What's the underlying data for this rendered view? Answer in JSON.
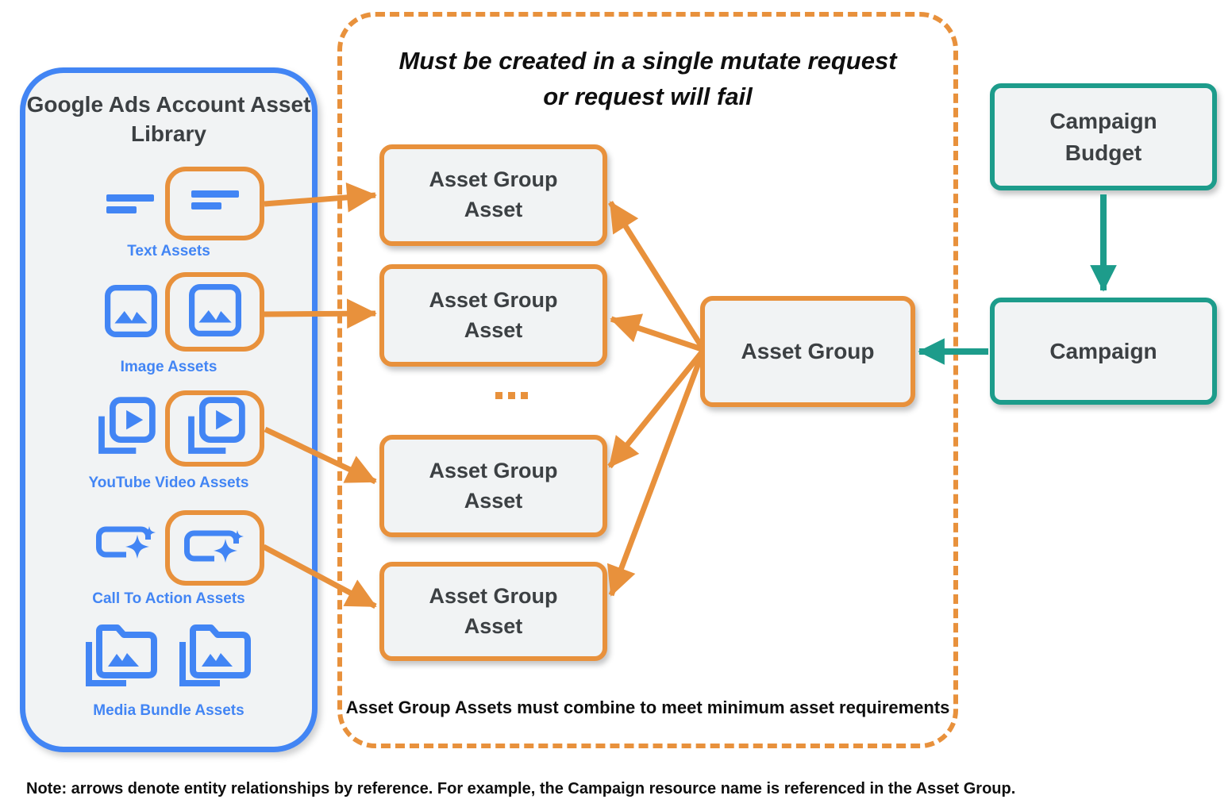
{
  "colors": {
    "blue": "#4285F4",
    "orange": "#E8913C",
    "teal": "#1D9C8B",
    "node_fill": "#F1F3F4",
    "text_dark": "#3C4043",
    "text_black": "#0f0f0f"
  },
  "library": {
    "title": "Google Ads Account Asset Library",
    "items": [
      {
        "label": "Text Assets",
        "icon": "text-asset-icon"
      },
      {
        "label": "Image Assets",
        "icon": "image-asset-icon"
      },
      {
        "label": "YouTube Video  Assets",
        "icon": "youtube-video-asset-icon"
      },
      {
        "label": "Call To Action Assets",
        "icon": "call-to-action-asset-icon"
      },
      {
        "label": "Media Bundle  Assets",
        "icon": "media-bundle-asset-icon"
      }
    ]
  },
  "mutate_group": {
    "title_line1": "Must be created in a single mutate request",
    "title_line2": "or request will fail",
    "asset_group_assets": [
      "Asset Group Asset",
      "Asset Group Asset",
      "Asset Group Asset",
      "Asset Group Asset"
    ],
    "ellipsis_count": 3,
    "asset_group_label": "Asset Group",
    "footnote": "Asset Group Assets must combine to meet minimum asset requirements"
  },
  "campaign": {
    "budget_label": "Campaign Budget",
    "campaign_label": "Campaign"
  },
  "note": "Note: arrows denote entity relationships by reference. For example, the Campaign resource name is referenced in the Asset Group."
}
